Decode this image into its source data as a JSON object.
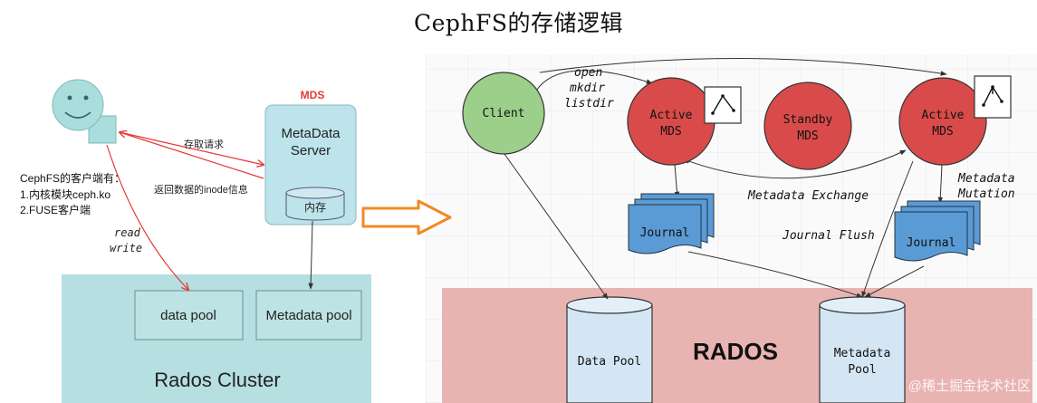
{
  "title": "CephFS的存储逻辑",
  "left": {
    "request_label": "存取请求",
    "reply_label": "返回数据的inode信息",
    "mds_label": "MDS",
    "server_line1": "MetaData",
    "server_line2": "Server",
    "memory_label": "内存",
    "client_title": "CephFS的客户端有：",
    "client_line1": "1.内核模块ceph.ko",
    "client_line2": "2.FUSE客户端",
    "read_label": "read",
    "write_label": "write",
    "data_pool": "data pool",
    "metadata_pool": "Metadata pool",
    "cluster_label": "Rados Cluster"
  },
  "right": {
    "client": "Client",
    "ops": [
      "open",
      "mkdir",
      "listdir"
    ],
    "active1_line1": "Active",
    "active1_line2": "MDS",
    "standby_line1": "Standby",
    "standby_line2": "MDS",
    "active2_line1": "Active",
    "active2_line2": "MDS",
    "journal1": "Journal",
    "journal2": "Journal",
    "metadata_exchange": "Metadata Exchange",
    "journal_flush": "Journal Flush",
    "mutation_line1": "Metadata",
    "mutation_line2": "Mutation",
    "rados": "RADOS",
    "data_pool": "Data Pool",
    "metadata_pool_line1": "Metadata",
    "metadata_pool_line2": "Pool"
  },
  "watermark": "@稀土掘金技术社区",
  "colors": {
    "cluster_bg": "#b6dfe1",
    "server_bg": "#bce4ea",
    "face": "#a9dedd",
    "arrow_red": "#e53935",
    "mds_red": "#d94b4b",
    "client_green": "#9ccf8a",
    "journal_blue": "#5b9bd5",
    "rados_bg": "#e8b4b2",
    "pool_blue": "#d4e6f3",
    "big_arrow": "#f08a24"
  }
}
